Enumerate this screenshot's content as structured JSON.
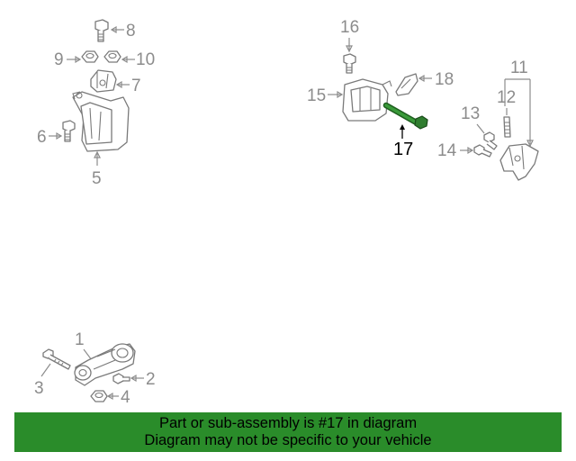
{
  "diagram": {
    "callouts": {
      "c1": "1",
      "c2": "2",
      "c3": "3",
      "c4": "4",
      "c5": "5",
      "c6": "6",
      "c7": "7",
      "c8": "8",
      "c9": "9",
      "c10": "10",
      "c11": "11",
      "c12": "12",
      "c13": "13",
      "c14": "14",
      "c15": "15",
      "c16": "16",
      "c17": "17",
      "c18": "18"
    },
    "highlight_part": "17",
    "colors": {
      "highlight": "#2f7d2f",
      "banner": "#2a8c2a",
      "line_art": "#7a7a7a"
    }
  },
  "banner": {
    "line1": "Part or sub-assembly is #17 in diagram",
    "line2": "Diagram may not be specific to your vehicle"
  }
}
